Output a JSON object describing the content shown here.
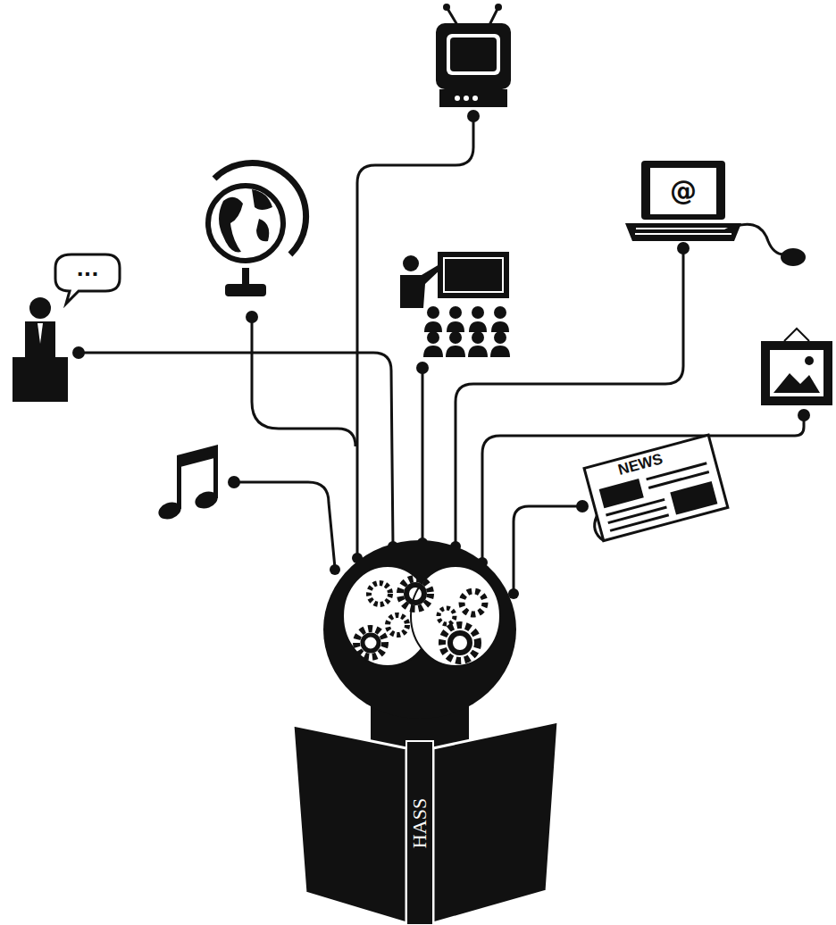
{
  "diagram": {
    "labels": [
      "...",
      "@",
      "NEWS",
      "HASS"
    ]
  }
}
